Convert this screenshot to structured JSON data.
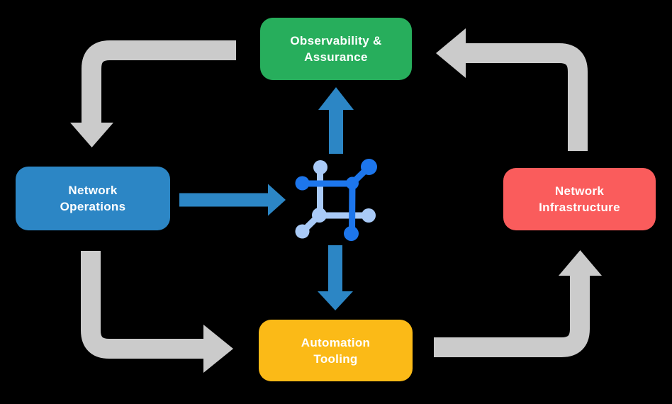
{
  "diagram_title": "network-automation-cycle",
  "background": "#000000",
  "text_color": "#FFFFFF",
  "nodes": {
    "observability": {
      "line1": "Observability &",
      "line2": "Assurance",
      "color": "#27AE5C"
    },
    "operations": {
      "line1": "Network",
      "line2": "Operations",
      "color": "#2C86C5"
    },
    "infrastructure": {
      "line1": "Network",
      "line2": "Infrastructure",
      "color": "#FA5C5C"
    },
    "automation": {
      "line1": "Automation",
      "line2": "Tooling",
      "color": "#FBBA17"
    }
  },
  "arrows": {
    "cycle_color": "#CBCBCB",
    "flow_color": "#2C86C5",
    "cycle": [
      {
        "from": "observability",
        "to": "operations"
      },
      {
        "from": "operations",
        "to": "automation"
      },
      {
        "from": "automation",
        "to": "infrastructure"
      },
      {
        "from": "infrastructure",
        "to": "observability"
      }
    ],
    "flow": [
      {
        "from": "operations",
        "to": "hub-icon"
      },
      {
        "from": "hub-icon",
        "to": "observability"
      },
      {
        "from": "hub-icon",
        "to": "automation"
      }
    ]
  },
  "hub_icon": {
    "name": "network-hub-icon",
    "dark_color": "#1D76EC",
    "light_color": "#A9CAF7"
  }
}
